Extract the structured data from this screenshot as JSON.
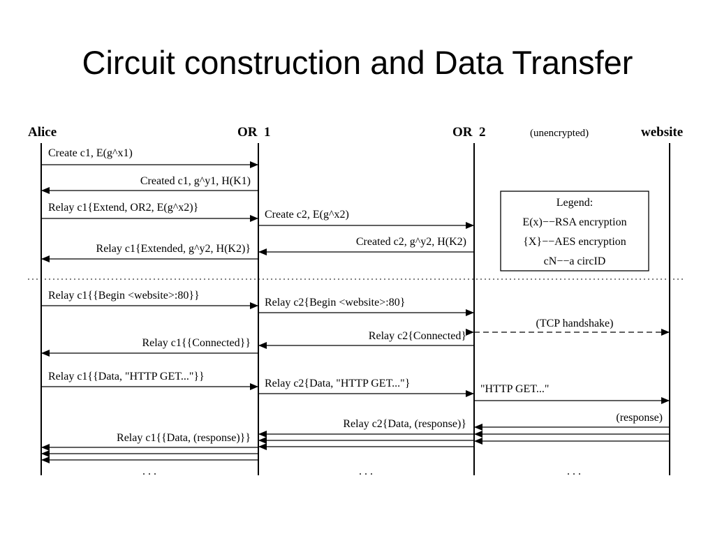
{
  "slide": {
    "title": "Circuit construction and Data Transfer"
  },
  "participants": {
    "alice": "Alice",
    "or1": "OR  1",
    "or2": "OR  2",
    "unencrypted_note": "(unencrypted)",
    "website": "website"
  },
  "messages": {
    "create_c1": "Create c1, E(g^x1)",
    "created_c1": "Created c1, g^y1, H(K1)",
    "relay_extend": "Relay c1{Extend, OR2, E(g^x2)}",
    "create_c2": "Create c2, E(g^x2)",
    "created_c2": "Created c2, g^y2, H(K2)",
    "relay_extended": "Relay c1{Extended, g^y2, H(K2)}",
    "relay_begin_c1": "Relay c1{{Begin <website>:80}}",
    "relay_begin_c2": "Relay c2{Begin <website>:80}",
    "tcp_handshake": "(TCP handshake)",
    "relay_connected_c2": "Relay c2{Connected}",
    "relay_connected_c1": "Relay c1{{Connected}}",
    "relay_data_c1": "Relay c1{{Data, \"HTTP GET...\"}}",
    "relay_data_c2": "Relay c2{Data, \"HTTP GET...\"}",
    "http_get": "\"HTTP GET...\"",
    "response": "(response)",
    "relay_response_c2": "Relay c2{Data, (response)}",
    "relay_response_c1": "Relay c1{{Data, (response)}}"
  },
  "legend": {
    "title": "Legend:",
    "line1": "E(x)−−RSA encryption",
    "line2": "{X}−−AES encryption",
    "line3": "cN−−a circID"
  },
  "ellipsis": ". . ."
}
